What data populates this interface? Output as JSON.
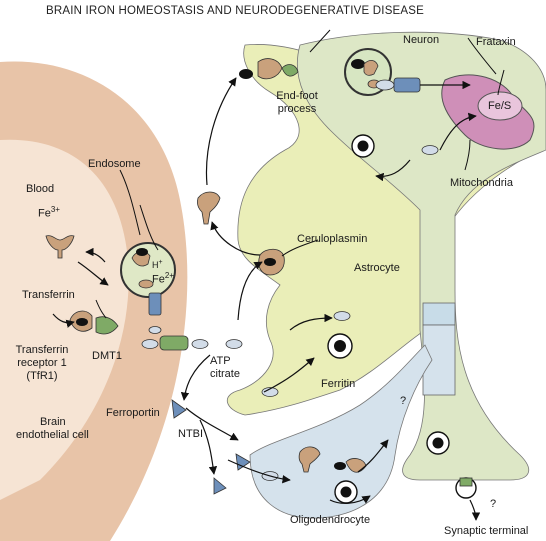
{
  "title": "BRAIN IRON HOMEOSTASIS AND NEURODEGENERATIVE DISEASE",
  "labels": {
    "neuron": "Neuron",
    "frataxin": "Frataxin",
    "fes": "Fe/S",
    "mitochondria": "Mitochondria",
    "endfoot_1": "End-foot",
    "endfoot_2": "process",
    "ceruloplasmin": "Ceruloplasmin",
    "astrocyte": "Astrocyte",
    "endosome": "Endosome",
    "blood": "Blood",
    "fe3_base": "Fe",
    "fe3_sup": "3+",
    "hplus_base": "H",
    "hplus_sup": "+",
    "fe2_base": "Fe",
    "fe2_sup": "2+",
    "transferrin": "Transferrin",
    "tfr_1": "Transferrin",
    "tfr_2": "receptor 1",
    "tfr_3": "(TfR1)",
    "dmt1": "DMT1",
    "atp": "ATP",
    "citrate": "citrate",
    "ferritin": "Ferritin",
    "ferroportin": "Ferroportin",
    "ntbi": "NTBI",
    "bec_1": "Brain",
    "bec_2": "endothelial cell",
    "oligodendrocyte": "Oligodendrocyte",
    "synaptic": "Synaptic terminal",
    "q1": "?",
    "q2": "?"
  },
  "colors": {
    "endothelial_outer": "#e8c4a8",
    "endothelial_inner": "#f6e4d4",
    "astrocyte": "#eaeeb8",
    "neuron": "#dde7c6",
    "oligodendrocyte": "#d5e2ec",
    "mitochondria": "#cf8fb8",
    "transporter": "#6d8fba",
    "ferroportin": "#7faa66",
    "transferrin": "#c9a17c",
    "iron": "#111111"
  }
}
